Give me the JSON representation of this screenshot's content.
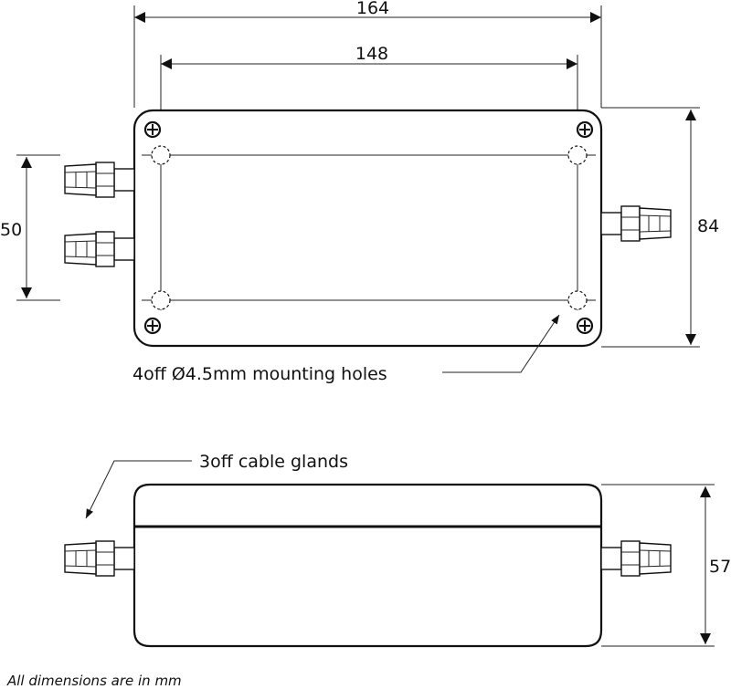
{
  "dimensions": {
    "overall_width": "164",
    "hole_spacing_width": "148",
    "gland_spacing": "50",
    "overall_depth": "84",
    "height": "57"
  },
  "callouts": {
    "mounting_holes": "4off Ø4.5mm mounting holes",
    "cable_glands": "3off cable glands"
  },
  "footnote": "All dimensions are in mm"
}
